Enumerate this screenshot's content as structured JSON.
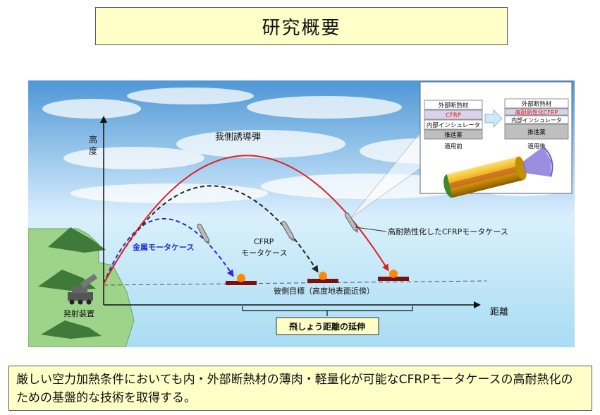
{
  "title": "研究概要",
  "axis": {
    "y_label": "高度",
    "x_label": "距離"
  },
  "labels": {
    "own_missile": "我側誘導弾",
    "metal_case": "金属モータケース",
    "cfrp_line1": "CFRP",
    "cfrp_line2": "モータケース",
    "heat_cfrp": "高耐熱性化したCFRPモータケース",
    "target": "彼側目標（高度地表面近傍）",
    "launcher": "発射装置",
    "range_extension": "飛しょう距離の延伸"
  },
  "inset": {
    "before": {
      "layers": [
        "外部断熱材",
        "CFRP",
        "内部インシュレータ",
        "推進薬"
      ],
      "caption": "適用前"
    },
    "after": {
      "layers": [
        "外部断熱材",
        "高耐熱性化CFRP",
        "内部インシュレータ",
        "推進薬"
      ],
      "caption": "適用後"
    }
  },
  "caption": "厳しい空力加熱条件においても内・外部断熱材の薄肉・軽量化が可能なCFRPモータケースの高耐熱化のための基盤的な技術を取得する。",
  "colors": {
    "title_bg": "#ffffc8",
    "metal_path": "#2b2bd6",
    "cfrp_path": "#222222",
    "heat_cfrp_path": "#e02020",
    "cfrp_highlight": "#e02020",
    "land": "#9ed38a",
    "sea": "#bfe4f6"
  }
}
